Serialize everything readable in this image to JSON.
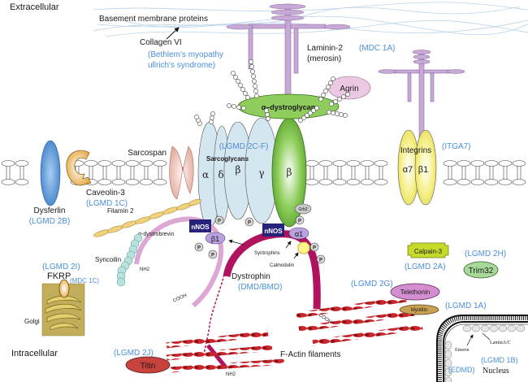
{
  "regions": {
    "extracellular": "Extracellular",
    "intracellular": "Intracellular"
  },
  "labels": {
    "basement_membrane": "Basement membrane proteins",
    "collagen": "Collagen VI",
    "collagen_disease_1": "(Bethlem's myopathy",
    "collagen_disease_2": "ullrich's syndrome)",
    "laminin_1": "Laminin-2",
    "laminin_2": "(merosin)",
    "laminin_disease": "(MDC 1A)",
    "agrin": "Agrin",
    "alpha_dystroglycan": "α–dystroglycan",
    "sarcoglycans_disease": "(LGMD 2C-F)",
    "sarcoglycans": "Sarcoglycans",
    "sg_alpha": "α",
    "sg_delta": "δ",
    "sg_beta": "β",
    "sg_gamma": "γ",
    "beta_dystroglycan": "β",
    "sarcospan": "Sarcospan",
    "integrins": "Integrins",
    "integrin_a7": "α7",
    "integrin_b1": "β1",
    "integrin_disease": "(ITGA7)",
    "dysferlin": "Dysferlin",
    "dysferlin_disease": "(LGMD 2B)",
    "caveolin": "Caveolin-3",
    "caveolin_disease": "(LGMD 1C)",
    "filamin": "Filamin 2",
    "dystrobrevin": "α-dystrobrevin",
    "syncoilin": "Syncoilin",
    "nh2_dystrobrevin": "NH2",
    "cooh_dystrobrevin": "COOH",
    "nnos_1": "nNOS",
    "nnos_2": "nNOS",
    "beta1_syntrophin": "β1",
    "alpha1_syntrophin": "α1",
    "grb2": "Grb2",
    "phospho": "P",
    "syntrophins": "Syntrophins",
    "calmodulin": "Calmodulin",
    "dystrophin": "Dystrophin",
    "dystrophin_disease": "(DMD/BMD)",
    "cooh_dystrophin": "COOH",
    "nh2_dystrophin": "NH2",
    "factin": "F-Actin filaments",
    "fkrp_disease": "(LGMD 2I)",
    "fkrp": "FKRP",
    "fkrp_disease_2": "(MDC 1C)",
    "golgi": "Golgi",
    "titin_disease": "(LGMD 2J)",
    "titin": "Titin",
    "calpain": "Calpain-3",
    "calpain_disease": "(LGMD 2A)",
    "trim_disease": "(LGMD 2H)",
    "trim": "Trim32",
    "telethonin_disease": "(LGMD 2G)",
    "telethonin": "Telethonin",
    "myotilin": "Myotilin",
    "myotilin_disease": "(LGMD 1A)",
    "lamin": "LaminA/C",
    "emerin": "Emerin",
    "emerin_disease": "(EDMD)",
    "lamin_disease": "(LGMD 1B)",
    "nucleus": "Nucleus"
  },
  "colors": {
    "disease_text": "#4a8fd6",
    "dystrophin": "#b0125e",
    "dystroglycan": "#6fb83a",
    "laminin": "#c7a9d6",
    "sarcoglycan": "#d4e6f0",
    "integrin": "#f3ee7a",
    "dysferlin": "#4f8fd3",
    "caveolin": "#e7b42c",
    "actin": "#c8262b",
    "nnos": "#27237a",
    "syntrophin": "#8e6cc1",
    "telethonin": "#c979c6",
    "calpain": "#c5da2a",
    "trim": "#9fd18e",
    "titin": "#c8433d",
    "myotilin": "#b08a3e"
  }
}
